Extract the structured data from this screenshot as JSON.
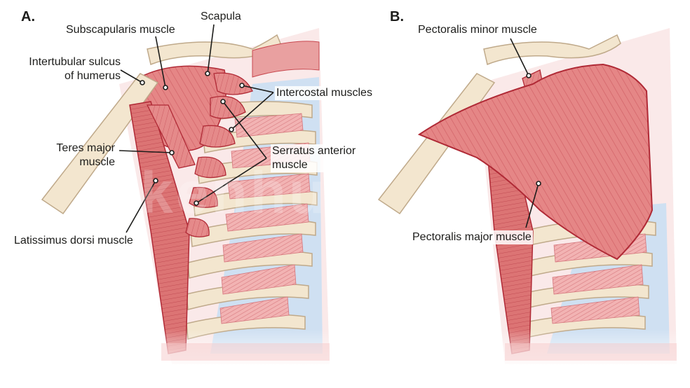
{
  "panels": [
    {
      "letter": "A.",
      "labels": {
        "subscapularis": "Subscapularis muscle",
        "scapula": "Scapula",
        "intertubular_line1": "Intertubular sulcus",
        "intertubular_line2": "of humerus",
        "intercostal": "Intercostal muscles",
        "teres_line1": "Teres major",
        "teres_line2": "muscle",
        "serratus_line1": "Serratus anterior",
        "serratus_line2": "muscle",
        "latissimus": "Latissimus dorsi muscle"
      }
    },
    {
      "letter": "B.",
      "labels": {
        "pectoralis_minor": "Pectoralis minor muscle",
        "pectoralis_major": "Pectoralis major muscle"
      }
    }
  ],
  "watermark": "kenhub",
  "colors": {
    "muscle": "#e07b7b",
    "muscle_dark": "#c8484f",
    "muscle_outline": "#b02a36",
    "bone": "#f3e6cf",
    "bone_outline": "#bfa98a",
    "cartilage": "#cfe0f2",
    "leader": "#1d1d1b"
  }
}
